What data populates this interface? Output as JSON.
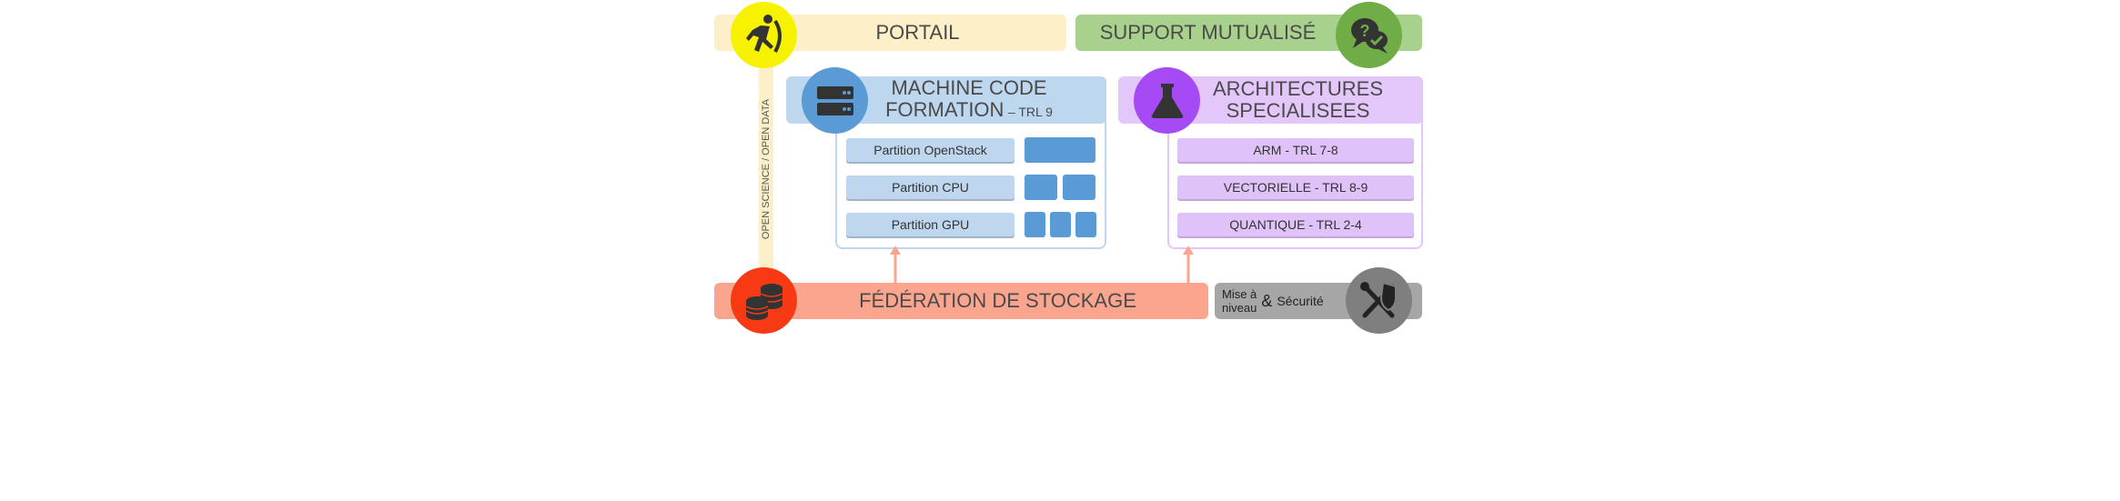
{
  "portail": {
    "label": "PORTAIL"
  },
  "support": {
    "label": "SUPPORT MUTUALISÉ"
  },
  "open_data": {
    "label": "OPEN SCIENCE / OPEN DATA"
  },
  "machine": {
    "title_line1": "MACHINE CODE",
    "title_line2": "FORMATION",
    "trl": "– TRL 9",
    "partitions": [
      {
        "label": "Partition OpenStack",
        "blocks": 1
      },
      {
        "label": "Partition CPU",
        "blocks": 2
      },
      {
        "label": "Partition GPU",
        "blocks": 3
      }
    ]
  },
  "architectures": {
    "title_line1": "ARCHITECTURES",
    "title_line2": "SPECIALISEES",
    "items": [
      "ARM - TRL 7-8",
      "VECTORIELLE - TRL 8-9",
      "QUANTIQUE - TRL 2-4"
    ]
  },
  "stockage": {
    "label": "FÉDÉRATION DE STOCKAGE"
  },
  "maintenance": {
    "line1": "Mise à",
    "line2": "niveau",
    "amp": "&",
    "securite": "Sécurité"
  },
  "colors": {
    "portail": "#fdf0c9",
    "portail_icon": "#f7f200",
    "support": "#a9d18e",
    "support_icon": "#70ad47",
    "machine": "#bdd7ee",
    "machine_icon": "#5b9bd5",
    "arch": "#e3c7fb",
    "arch_icon": "#a64af5",
    "stockage": "#fca58e",
    "stockage_icon": "#f83a14",
    "maintenance": "#a6a6a6",
    "maintenance_icon": "#7f7f7f"
  }
}
